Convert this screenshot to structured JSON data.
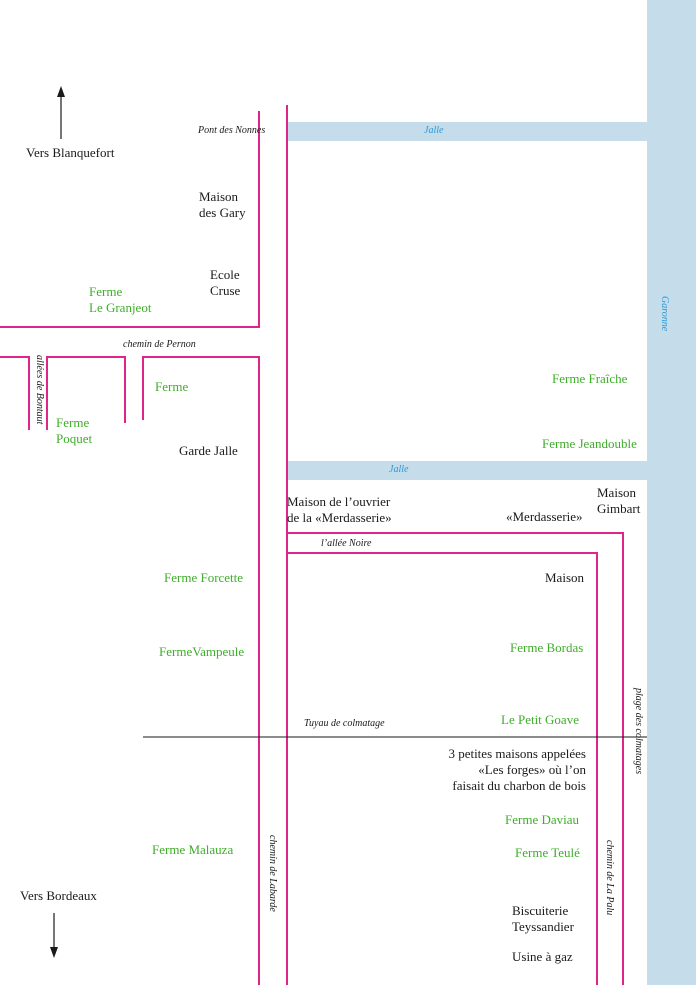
{
  "colors": {
    "road": "#e0258a",
    "water": "#c5dcea",
    "water_text": "#2a9ad6",
    "farm": "#3fae2a",
    "text": "#1a1a1a"
  },
  "directions": {
    "north": "Vers Blanquefort",
    "south": "Vers Bordeaux"
  },
  "water": {
    "jalle_top": "Jalle",
    "jalle_mid": "Jalle",
    "garonne": "Garonne"
  },
  "roads": {
    "pont": "Pont des Nonnes",
    "pernon": "chemin de Pernon",
    "bontaut": "allées de Bontaut",
    "allee_noire": "l’allée Noire",
    "tuyau": "Tuyau de colmatage",
    "labarde": "chemin de Labarde",
    "lapalu": "chemin de La Palu",
    "plage": "plage des colmatages"
  },
  "places": {
    "gary": [
      "Maison",
      "des Gary"
    ],
    "ecole": [
      "Ecole",
      "Cruse"
    ],
    "granjeot": [
      "Ferme",
      "Le Granjeot"
    ],
    "ferme": "Ferme",
    "poquet": [
      "Ferme",
      "Poquet"
    ],
    "garde": "Garde Jalle",
    "fraiche": "Ferme Fraîche",
    "jeandouble": "Ferme Jeandouble",
    "ouvrier": [
      "Maison de l’ouvrier",
      "de la «Merdasserie»"
    ],
    "merdasserie": "«Merdasserie»",
    "gimbart": [
      "Maison",
      "Gimbart"
    ],
    "forcette": "Ferme Forcette",
    "maison": "Maison",
    "vampeule": "FermeVampeule",
    "bordas": "Ferme Bordas",
    "goave": "Le Petit Goave",
    "forges": [
      "3 petites maisons appelées",
      "«Les forges» où l’on",
      "faisait du charbon de bois"
    ],
    "daviau": "Ferme Daviau",
    "malauza": "Ferme Malauza",
    "teule": "Ferme Teulé",
    "biscuiterie": [
      "Biscuiterie",
      "Teyssandier"
    ],
    "usine": "Usine à gaz"
  }
}
